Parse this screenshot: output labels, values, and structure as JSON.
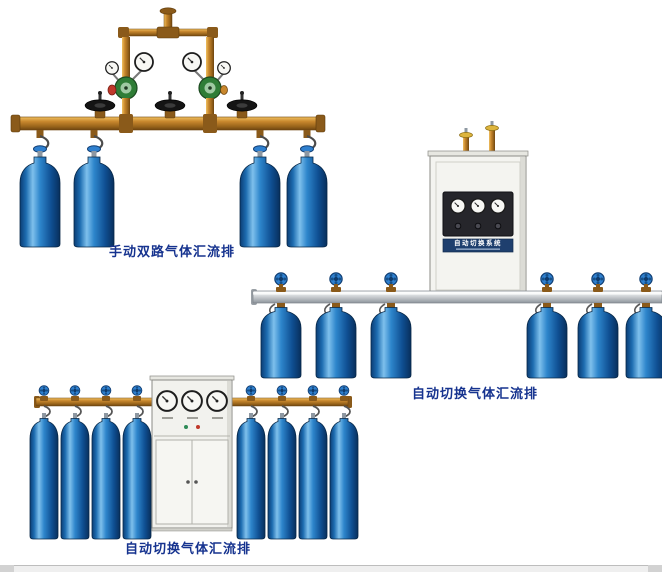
{
  "page": {
    "background": "#ffffff"
  },
  "figures": [
    {
      "caption": "手动双路气体汇流排"
    },
    {
      "caption": "自动切换气体汇流排",
      "cabinet_label": "自动切换系统"
    },
    {
      "caption": "自动切换气体汇流排"
    }
  ],
  "colors": {
    "caption_text": "#16338f",
    "cylinder_blue": "#2e86cc",
    "brass_pipe": "#c8872d",
    "cabinet_body": "#f4f4f0",
    "rail_silver": "#d4d7da",
    "panel_dark": "#26262b",
    "label_plate_blue": "#1e3f6e"
  }
}
